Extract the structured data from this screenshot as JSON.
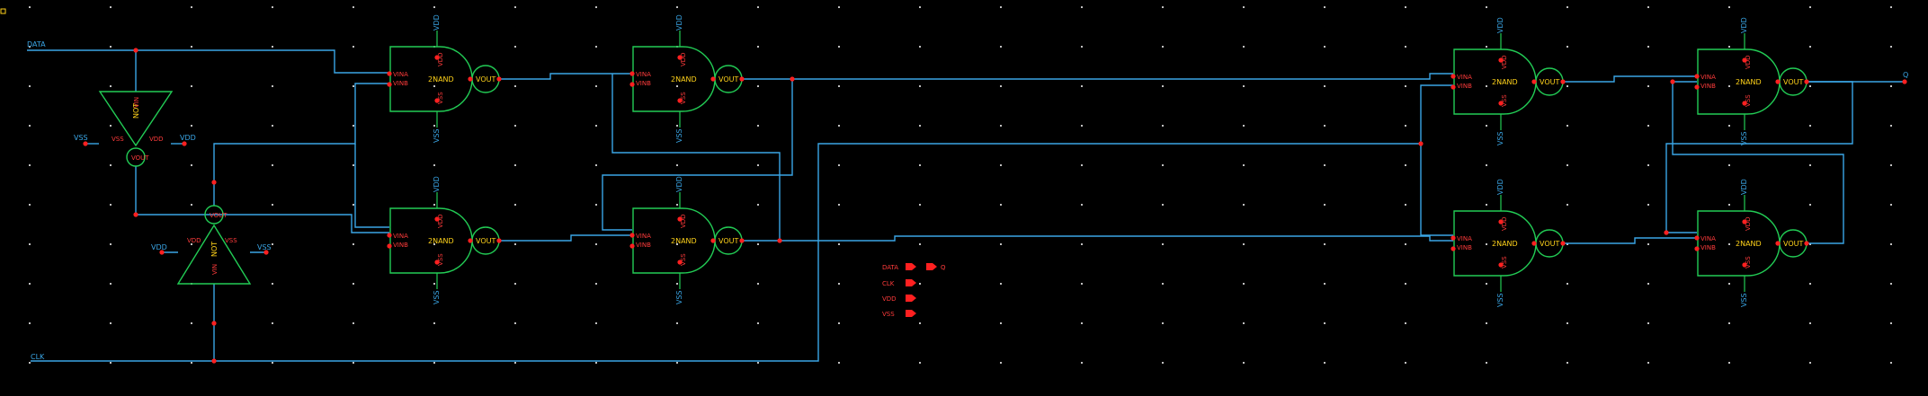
{
  "colors": {
    "background": "#000000",
    "wire": "#3aa6e6",
    "gate_outline": "#22cc55",
    "pin_label": "#ff3b3b",
    "gate_label": "#ffd21a",
    "junction": "#ff2020"
  },
  "nets": {
    "data": "DATA",
    "clk": "CLK",
    "q": "Q"
  },
  "gate_labels": {
    "nand": "2NAND",
    "not": "NOT",
    "vina": "VINA",
    "vinb": "VINB",
    "vout": "VOUT",
    "vin": "VIN",
    "vdd": "VDD",
    "vss": "VSS"
  },
  "power_labels": {
    "vdd": "VDD",
    "vss": "VSS"
  },
  "ports": [
    {
      "label": "DATA",
      "dir": "in"
    },
    {
      "label": "CLK",
      "dir": "in"
    },
    {
      "label": "VDD",
      "dir": "in"
    },
    {
      "label": "VSS",
      "dir": "in"
    },
    {
      "label": "Q",
      "dir": "out"
    }
  ]
}
